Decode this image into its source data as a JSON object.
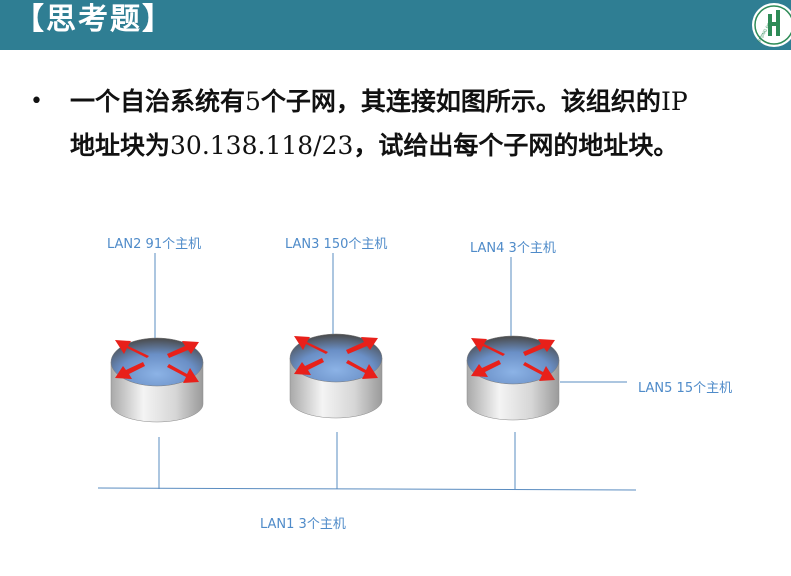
{
  "header": {
    "title": "【思考题】",
    "logo_icon": "university-logo-icon",
    "logo_text": "BEIJING FO",
    "bar_color": "#2f7e93"
  },
  "question": {
    "bullet": "•",
    "line1_a": "一个自治系统有",
    "line1_b": "5",
    "line1_c": "个子网，其连接如图所示。该组织的",
    "line1_d": "IP",
    "line2_a": "地址块为",
    "line2_b": "30.138.118/23",
    "line2_c": "，试给出每个子网的地址块。"
  },
  "diagram": {
    "line_color": "#5a8cc0",
    "lans": [
      {
        "label": "LAN2 91个主机"
      },
      {
        "label": "LAN3 150个主机"
      },
      {
        "label": "LAN4 3个主机"
      },
      {
        "label": "LAN5 15个主机"
      },
      {
        "label": "LAN1 3个主机"
      }
    ],
    "routers": [
      {
        "name": "router-1",
        "icon": "router-icon"
      },
      {
        "name": "router-2",
        "icon": "router-icon"
      },
      {
        "name": "router-3",
        "icon": "router-icon"
      }
    ]
  }
}
